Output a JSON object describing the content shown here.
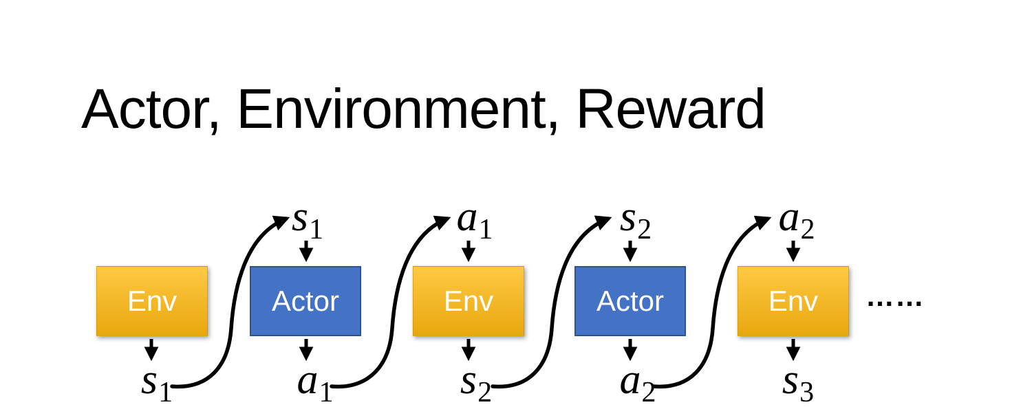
{
  "slide": {
    "title": "Actor, Environment, Reward",
    "ellipsis": "……"
  },
  "colors": {
    "background": "#FFFFFF",
    "title-text": "#000000",
    "env-top": "#FFC944",
    "env-bottom": "#E8A70E",
    "actor-fill": "#4472C4",
    "actor-border": "#2F528F",
    "box-text": "#FFFFFF",
    "arrow": "#000000"
  },
  "boxes": [
    {
      "label": "Env"
    },
    {
      "label": "Actor"
    },
    {
      "label": "Env"
    },
    {
      "label": "Actor"
    },
    {
      "label": "Env"
    }
  ],
  "labels": {
    "top": [
      {
        "base": "s",
        "sub": "1"
      },
      {
        "base": "a",
        "sub": "1"
      },
      {
        "base": "s",
        "sub": "2"
      },
      {
        "base": "a",
        "sub": "2"
      }
    ],
    "bottom": [
      {
        "base": "s",
        "sub": "1"
      },
      {
        "base": "a",
        "sub": "1"
      },
      {
        "base": "s",
        "sub": "2"
      },
      {
        "base": "a",
        "sub": "2"
      },
      {
        "base": "s",
        "sub": "3"
      }
    ]
  }
}
